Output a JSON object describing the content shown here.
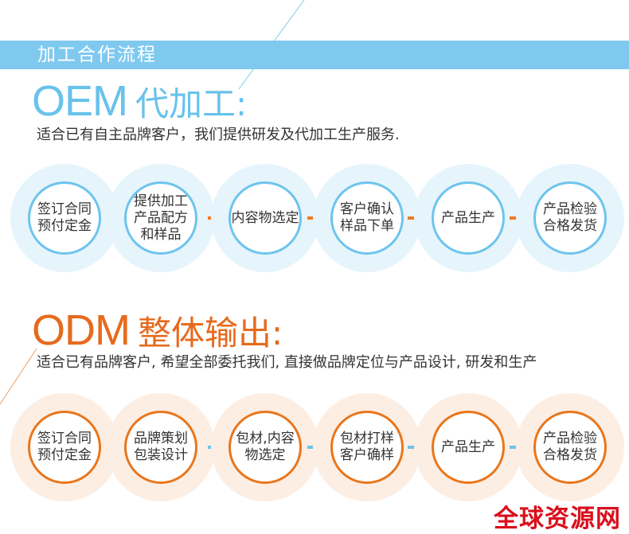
{
  "header": {
    "banner_title": "加工合作流程"
  },
  "oem": {
    "title_latin": "OEM",
    "title_cn": "代加工:",
    "description": "适合已有自主品牌客户，我们提供研发及代加工生产服务.",
    "steps": [
      {
        "label": "签订合同\n预付定金"
      },
      {
        "label": "提供加工\n产品配方\n和样品"
      },
      {
        "label": "内容物选定"
      },
      {
        "label": "客户确认\n样品下单"
      },
      {
        "label": "产品生产"
      },
      {
        "label": "产品检验\n合格发货"
      }
    ],
    "colors": {
      "ring": "#6dc4ed",
      "halo": "#e6f4fc",
      "arrow": "#f07a22"
    }
  },
  "odm": {
    "title_latin": "ODM",
    "title_cn": "整体输出:",
    "description": "适合已有品牌客户, 希望全部委托我们, 直接做品牌定位与产品设计, 研发和生产",
    "steps": [
      {
        "label": "签订合同\n预付定金"
      },
      {
        "label": "品牌策划\n包装设计"
      },
      {
        "label": "包材,内容\n物选定"
      },
      {
        "label": "包材打样\n客户确样"
      },
      {
        "label": "产品生产"
      },
      {
        "label": "产品检验\n合格发货"
      }
    ],
    "colors": {
      "ring": "#e8761c",
      "halo": "#fdeee3",
      "arrow": "#6cc3ec"
    }
  },
  "watermark": {
    "text": "全球资源网",
    "color": "#d9101d"
  }
}
